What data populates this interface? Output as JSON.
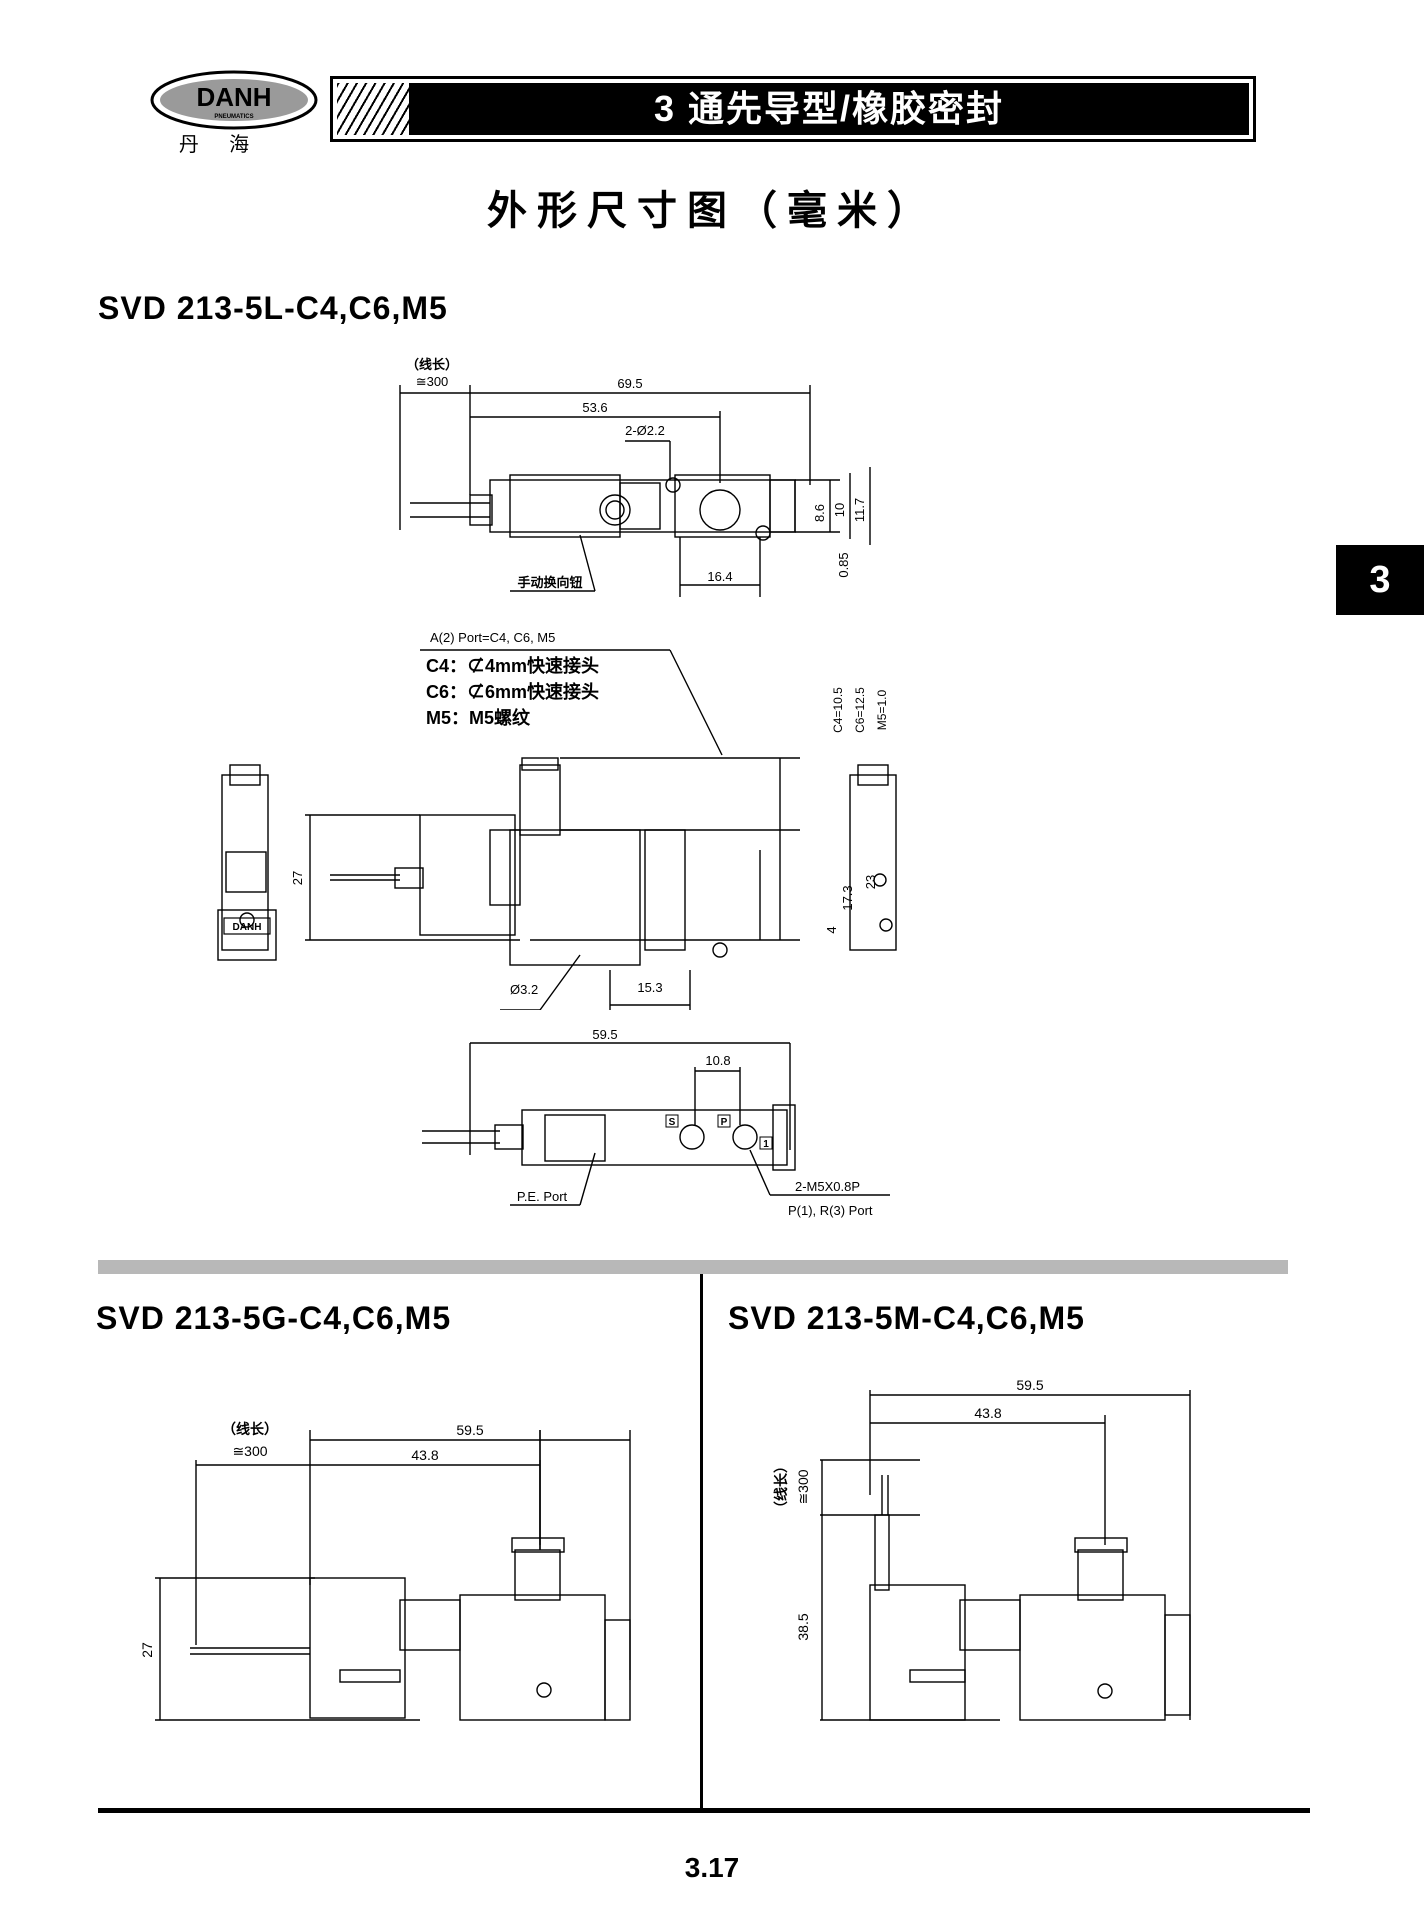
{
  "header": {
    "brand": "DANH",
    "brand_tag": "PNEUMATICS",
    "brand_cn": "丹 海",
    "banner_title": "3  通先导型/橡胶密封",
    "page_title": "外形尺寸图（毫米）",
    "side_tab": "3"
  },
  "section1": {
    "model": "SVD 213-5L-C4,C6,M5",
    "top_view": {
      "lead_label": "（线长）",
      "lead_len": "≅300",
      "dims": [
        "69.5",
        "53.6",
        "2-Ø2.2",
        "8.6",
        "10",
        "11.7",
        "0.85",
        "16.4"
      ],
      "manual_label": "手动换向钮"
    },
    "front_view": {
      "port_label": "A(2) Port=C4, C6, M5",
      "port_notes": [
        "C4：⊄4mm快速接头",
        "C6：⊄6mm快速接头",
        "M5：M5螺纹"
      ],
      "vert_dims": [
        "C4=10.5",
        "C6=12.5",
        "M5=1.0"
      ],
      "dims": [
        "27",
        "23",
        "17.3",
        "4",
        "Ø3.2",
        "15.3"
      ],
      "tag": "DANH"
    },
    "bottom_view": {
      "dims": [
        "59.5",
        "10.8"
      ],
      "pe_label": "P.E. Port",
      "thread_label": "2-M5X0.8P",
      "ports_label": "P(1), R(3) Port",
      "marks": [
        "S",
        "P",
        "1"
      ]
    }
  },
  "section2": {
    "model": "SVD 213-5G-C4,C6,M5",
    "lead_label": "（线长）",
    "lead_len": "≅300",
    "dims": [
      "59.5",
      "43.8",
      "27"
    ]
  },
  "section3": {
    "model": "SVD 213-5M-C4,C6,M5",
    "lead_label": "（线长）",
    "lead_len": "≅300",
    "dims": [
      "59.5",
      "43.8",
      "38.5"
    ]
  },
  "footer": {
    "page_number": "3.17"
  }
}
